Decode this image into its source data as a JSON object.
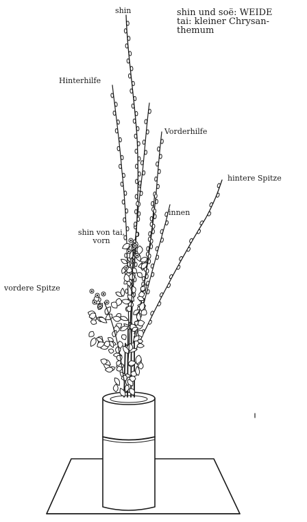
{
  "caption": {
    "line1": "shin und soë: WEIDE",
    "line2": "tai: kleiner Chrysan-",
    "line3": "themum"
  },
  "labels": {
    "shin": "shin",
    "hinterhilfe": "Hinterhilfe",
    "vorderhilfe": "Vorderhilfe",
    "hintere_spitze": "hintere Spitze",
    "innen": "innen",
    "shin_von_tai_1": "shin von tai,",
    "shin_von_tai_2": "vorn",
    "vordere_spitze": "vordere Spitze"
  },
  "colors": {
    "ink": "#1a1a1a",
    "paper": "#ffffff"
  }
}
